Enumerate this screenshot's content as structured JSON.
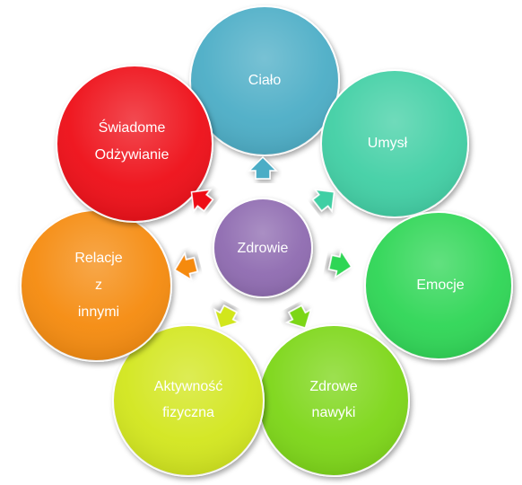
{
  "center": {
    "label": "Zdrowie",
    "color": "#8e6bb0"
  },
  "petals": [
    {
      "id": "cialo",
      "lines": [
        "Ciało"
      ],
      "color": "#4badc6"
    },
    {
      "id": "umysl",
      "lines": [
        "Umysł"
      ],
      "color": "#3fcfa4"
    },
    {
      "id": "emocje",
      "lines": [
        "Emocje"
      ],
      "color": "#2ed654"
    },
    {
      "id": "zdrowe-nawyki",
      "lines": [
        "Zdrowe",
        "nawyki"
      ],
      "color": "#7bd617"
    },
    {
      "id": "aktywnosc-fizyczna",
      "lines": [
        "Aktywność",
        "fizyczna"
      ],
      "color": "#d2e61c"
    },
    {
      "id": "relacje",
      "lines": [
        "Relacje",
        "z",
        "innymi"
      ],
      "color": "#f58a0c"
    },
    {
      "id": "swiadome-odzywianie",
      "lines": [
        "Świadome",
        "Odżywianie"
      ],
      "color": "#ee0b14"
    }
  ],
  "arrows": [
    {
      "color": "#4badc6"
    },
    {
      "color": "#3fcfa4"
    },
    {
      "color": "#2ed654"
    },
    {
      "color": "#7bd617"
    },
    {
      "color": "#d2e61c"
    },
    {
      "color": "#f58a0c"
    },
    {
      "color": "#ee0b14"
    }
  ]
}
